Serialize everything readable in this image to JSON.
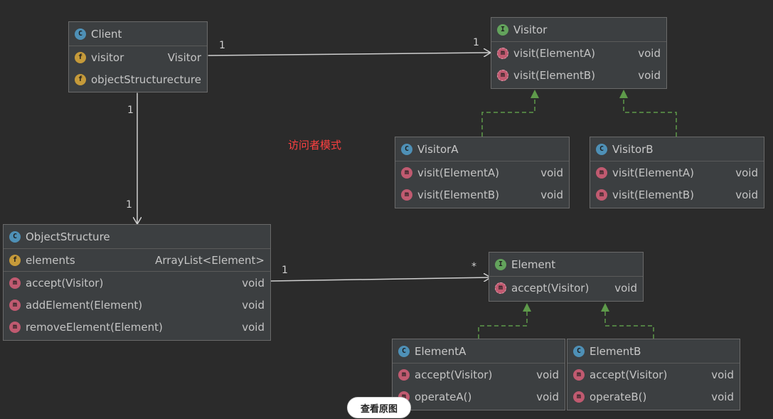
{
  "classes": {
    "client": {
      "name": "Client",
      "kind": "C",
      "fields": [
        {
          "name": "visitor",
          "type": "Visitor"
        },
        {
          "name": "objectStructure",
          "type": "cture"
        }
      ]
    },
    "visitor": {
      "name": "Visitor",
      "kind": "I",
      "methods": [
        {
          "name": "visit(ElementA)",
          "type": "void"
        },
        {
          "name": "visit(ElementB)",
          "type": "void"
        }
      ]
    },
    "visitorA": {
      "name": "VisitorA",
      "kind": "C",
      "methods": [
        {
          "name": "visit(ElementA)",
          "type": "void"
        },
        {
          "name": "visit(ElementB)",
          "type": "void"
        }
      ]
    },
    "visitorB": {
      "name": "VisitorB",
      "kind": "C",
      "methods": [
        {
          "name": "visit(ElementA)",
          "type": "void"
        },
        {
          "name": "visit(ElementB)",
          "type": "void"
        }
      ]
    },
    "objectStructure": {
      "name": "ObjectStructure",
      "kind": "C",
      "fields": [
        {
          "name": "elements",
          "type": "ArrayList<Element>"
        }
      ],
      "methods": [
        {
          "name": "accept(Visitor)",
          "type": "void"
        },
        {
          "name": "addElement(Element)",
          "type": "void"
        },
        {
          "name": "removeElement(Element)",
          "type": "void"
        }
      ]
    },
    "element": {
      "name": "Element",
      "kind": "I",
      "methods": [
        {
          "name": "accept(Visitor)",
          "type": "void"
        }
      ]
    },
    "elementA": {
      "name": "ElementA",
      "kind": "C",
      "methods": [
        {
          "name": "accept(Visitor)",
          "type": "void"
        },
        {
          "name": "operateA()",
          "type": "void"
        }
      ]
    },
    "elementB": {
      "name": "ElementB",
      "kind": "C",
      "methods": [
        {
          "name": "accept(Visitor)",
          "type": "void"
        },
        {
          "name": "operateB()",
          "type": "void"
        }
      ]
    }
  },
  "multiplicities": {
    "client_visitor_src": "1",
    "client_visitor_dst": "1",
    "client_os_src": "1",
    "client_os_dst": "1",
    "os_element_src": "1",
    "os_element_dst": "*"
  },
  "icon_letters": {
    "class": "C",
    "interface": "I",
    "field": "f",
    "method": "m"
  },
  "note": "访问者模式",
  "view_original_label": "查看原图",
  "colors": {
    "background": "#2b2b2b",
    "box": "#3c3f41",
    "association": "#cfcfcf",
    "realization": "#5e9a4a",
    "note": "#ff4040"
  }
}
